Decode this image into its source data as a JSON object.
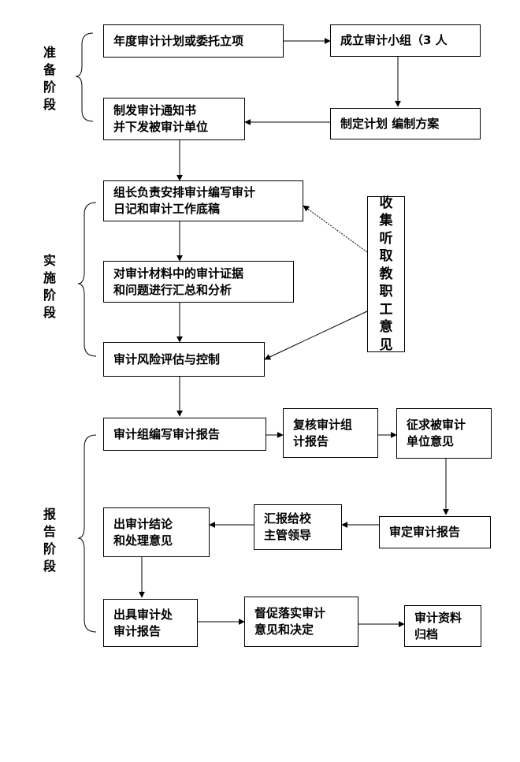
{
  "stages": {
    "prep": [
      "准",
      "备",
      "阶",
      "段"
    ],
    "impl": [
      "实",
      "施",
      "阶",
      "段"
    ],
    "report": [
      "报",
      "告",
      "阶",
      "段"
    ]
  },
  "boxes": {
    "plan_project": [
      "年度审计计划或委托立项"
    ],
    "form_group": [
      "成立审计小组（3 人"
    ],
    "issue_notice": [
      "制发审计通知书",
      "并下发被审计单位"
    ],
    "make_plan": [
      "制定计划 编制方案"
    ],
    "arrange_diary": [
      "组长负责安排审计编写审计",
      "日记和审计工作底稿"
    ],
    "summarize": [
      "对审计材料中的审计证据",
      "和问题进行汇总和分析"
    ],
    "risk_control": [
      "审计风险评估与控制"
    ],
    "write_report": [
      "审计组编写审计报告"
    ],
    "review_report": [
      "复核审计组",
      "计报告"
    ],
    "solicit_opinion": [
      "征求被审计",
      "单位意见"
    ],
    "finalize_report": [
      "审定审计报告"
    ],
    "report_leaders": [
      "汇报给校",
      "主管领导"
    ],
    "conclusion": [
      "出审计结论",
      "和处理意见"
    ],
    "issue_report": [
      "出具审计处",
      "审计报告"
    ],
    "supervise": [
      "督促落实审计",
      "意见和决定"
    ],
    "archive": [
      "审计资料",
      "归档"
    ]
  },
  "side_box": [
    "收",
    "集",
    "听",
    "取",
    "教",
    "职",
    "工",
    "意",
    "见"
  ]
}
